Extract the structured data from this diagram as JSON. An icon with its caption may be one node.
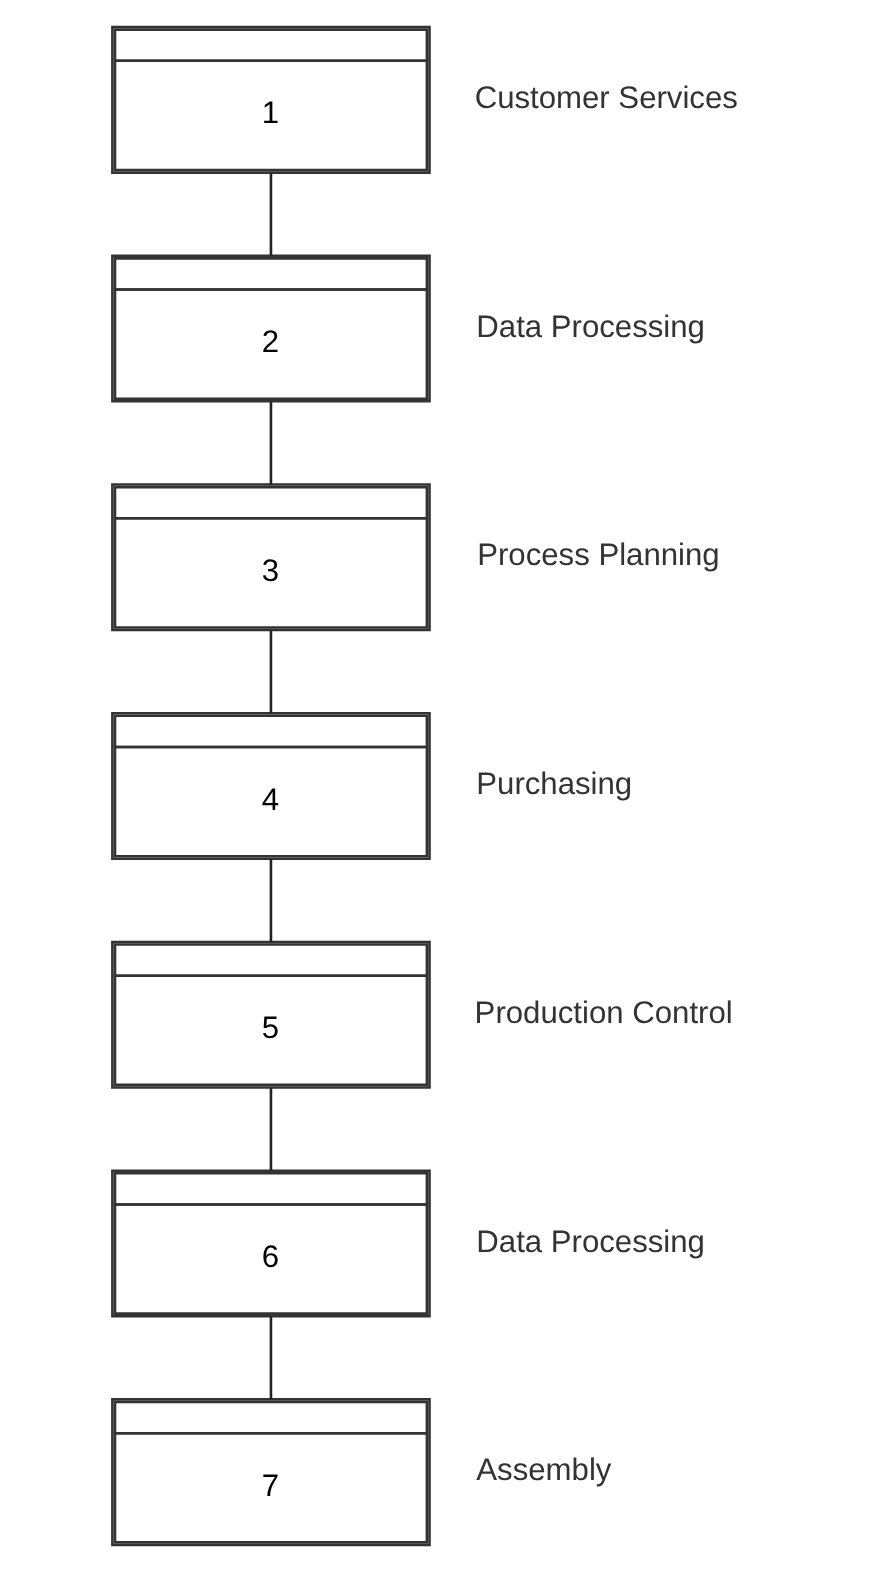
{
  "diagram": {
    "nodes": [
      {
        "text": [
          "1"
        ],
        "beside": [
          "Customer Services"
        ]
      },
      {
        "text": [
          "2"
        ],
        "beside": [
          "Data Processing"
        ]
      },
      {
        "text": [
          "3"
        ],
        "beside": [
          "Process Planning"
        ]
      },
      {
        "text": [
          "4"
        ],
        "beside": [
          "Purchasing"
        ]
      },
      {
        "text": [
          "5"
        ],
        "beside": [
          "Production Control"
        ]
      },
      {
        "text": [
          "6"
        ],
        "beside": [
          "Data Processing"
        ]
      },
      {
        "text": [
          "7"
        ],
        "beside": [
          "Assembly"
        ]
      }
    ],
    "edges": [
      {
        "from": 0,
        "to": 1,
        "arrow": "none"
      },
      {
        "from": 1,
        "to": 2,
        "arrow": "none"
      },
      {
        "from": 2,
        "to": 3,
        "arrow": "none"
      },
      {
        "from": 3,
        "to": 4,
        "arrow": "none"
      },
      {
        "from": 4,
        "to": 5,
        "arrow": "none"
      },
      {
        "from": 5,
        "to": 6,
        "arrow": "none"
      }
    ]
  }
}
